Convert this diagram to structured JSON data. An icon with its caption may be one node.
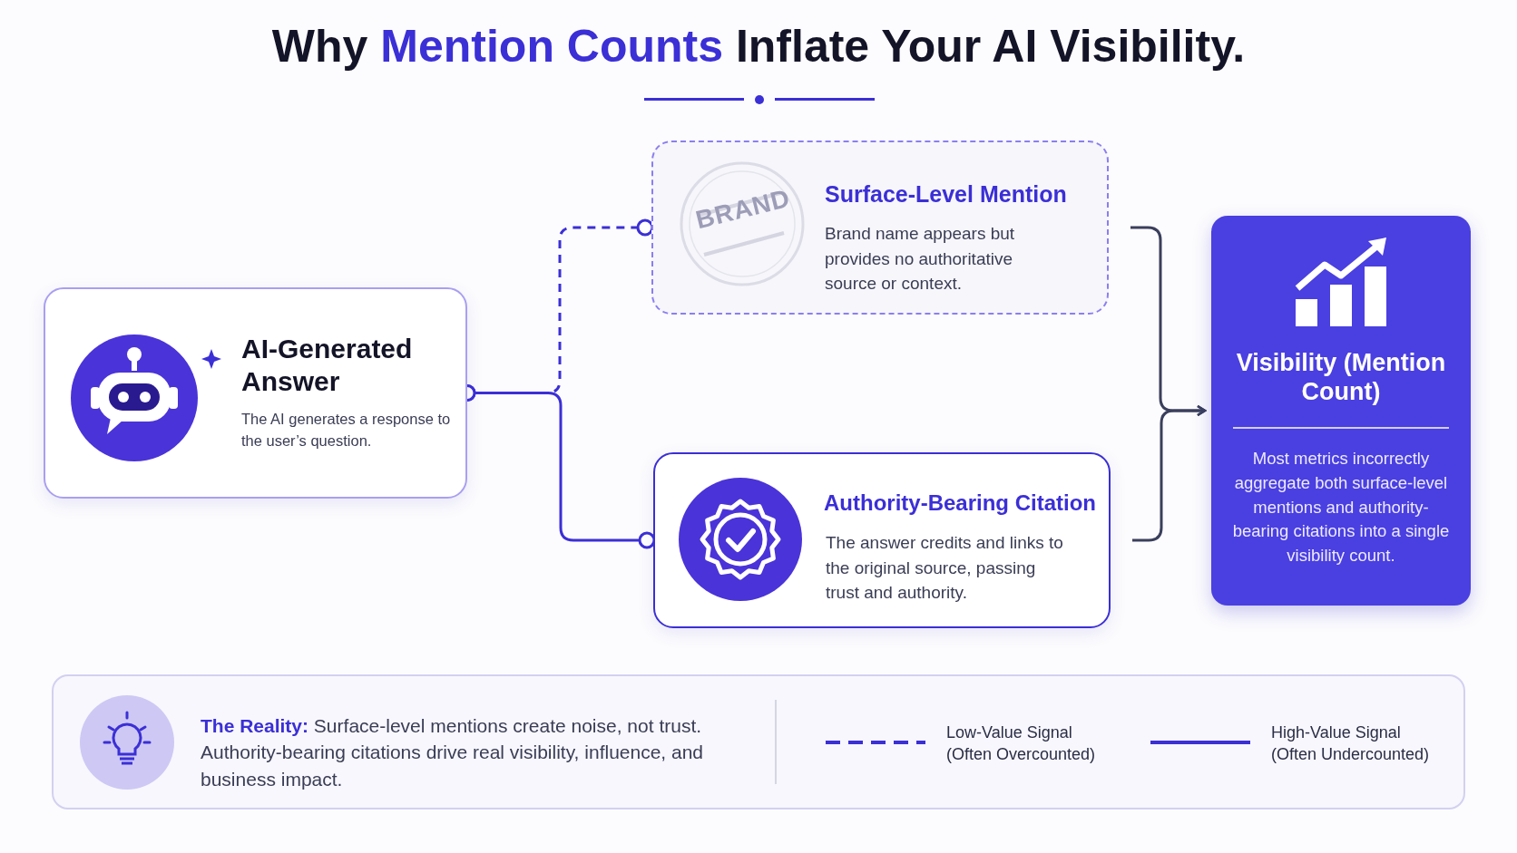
{
  "diagram": {
    "title": "Why **Mention Counts** Inflate Your AI Visibility.",
    "nodes": [
      {
        "text": [
          "AI-Generated Answer",
          "The AI generates a response to the user’s question."
        ]
      },
      {
        "text": [
          "Surface-Level Mention",
          "Brand name appears but provides no authoritative source or context."
        ]
      },
      {
        "text": [
          "Authority-Bearing Citation",
          "The answer credits and links to the original source, passing trust and authority."
        ]
      },
      {
        "text": [
          "Visibility (Mention Count)",
          "Most metrics incorrectly aggregate both surface-level mentions and authority-bearing citations into a single visibility count."
        ]
      }
    ],
    "edges": [
      {
        "from": 0,
        "to": 1,
        "arrow": "other",
        "style": "dashed"
      },
      {
        "from": 0,
        "to": 2,
        "arrow": "other"
      },
      {
        "from": 1,
        "to": 3,
        "arrow": "to",
        "color": "#3a3f5c"
      },
      {
        "from": 2,
        "to": 3,
        "arrow": "to",
        "color": "#3a3f5c"
      }
    ],
    "labels": [
      "BRAND",
      "**The Reality:** Surface-level mentions create noise, not trust. Authority-bearing citations drive real visibility, influence, and business impact."
    ],
    "legend": [
      {
        "text": "Low-Value Signal (Often Overcounted)"
      },
      {
        "text": "High-Value Signal (Often Undercounted)"
      }
    ]
  }
}
